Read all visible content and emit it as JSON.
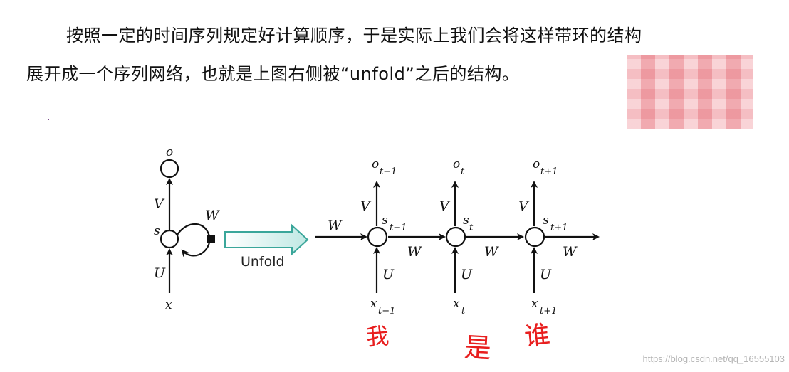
{
  "paragraph": {
    "line1": "按照一定的时间序列规定好计算顺序，于是实际上我们会将这样带环的结构",
    "line2": "展开成一个序列网络，也就是上图右侧被“unfold”之后的结构。"
  },
  "diagram": {
    "folded": {
      "output": "o",
      "state": "s",
      "input": "x",
      "weight_v": "V",
      "weight_u": "U",
      "weight_w": "W"
    },
    "arrow_label": "Unfold",
    "unfolded": {
      "outputs": [
        {
          "base": "o",
          "sub": "t−1"
        },
        {
          "base": "o",
          "sub": "t"
        },
        {
          "base": "o",
          "sub": "t+1"
        }
      ],
      "states": [
        {
          "base": "s",
          "sub": "t−1"
        },
        {
          "base": "s",
          "sub": "t"
        },
        {
          "base": "s",
          "sub": "t+1"
        }
      ],
      "inputs": [
        {
          "base": "x",
          "sub": "t−1"
        },
        {
          "base": "x",
          "sub": "t"
        },
        {
          "base": "x",
          "sub": "t+1"
        }
      ],
      "v_labels": [
        "V",
        "V",
        "V"
      ],
      "u_labels": [
        "U",
        "U",
        "U"
      ],
      "w_labels": [
        "W",
        "W",
        "W",
        "W"
      ]
    },
    "handwritten": [
      "我",
      "是",
      "谁"
    ]
  },
  "watermark": "https://blog.csdn.net/qq_16555103",
  "colors": {
    "arrow_fill": "#d9f1ef",
    "arrow_stroke": "#3aa69a",
    "handwriting": "#e81e1e",
    "blur": "#f4b5bb"
  }
}
